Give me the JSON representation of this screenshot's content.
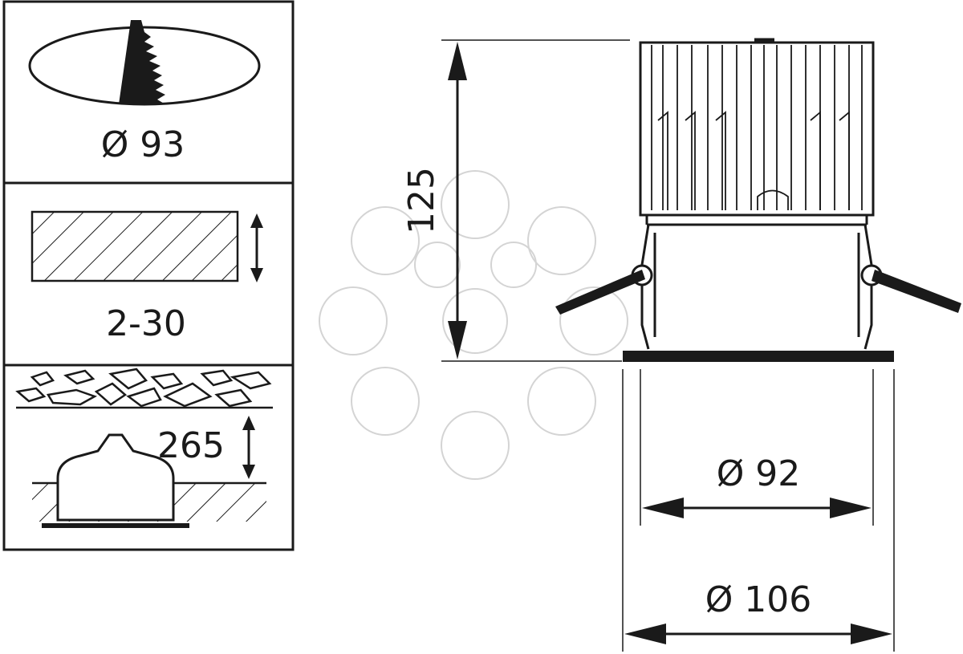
{
  "panels": {
    "cutout": {
      "label": "Ø 93",
      "icon": "saw-cutout-icon"
    },
    "ceiling_thickness": {
      "label": "2-30",
      "icon": "ceiling-hatch-icon"
    },
    "recess_depth": {
      "label": "265",
      "icon": "recessed-downlight-icon"
    }
  },
  "product": {
    "height_label": "125",
    "inner_diameter_label": "Ø 92",
    "outer_diameter_label": "Ø 106"
  },
  "colors": {
    "ink": "#1a1a1a",
    "watermark": "#d4d4d4",
    "background": "#ffffff"
  }
}
